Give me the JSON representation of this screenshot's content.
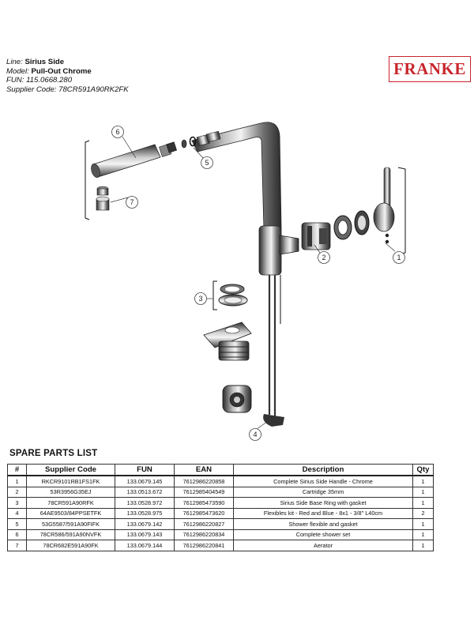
{
  "header": {
    "line_label": "Line:",
    "line_value": "Sirius Side",
    "model_label": "Model:",
    "model_value": "Pull-Out Chrome",
    "fun_label": "FUN:",
    "fun_value": "115.0668.280",
    "supplier_label": "Supplier Code:",
    "supplier_value": "78CR591A90RK2FK"
  },
  "logo": {
    "text": "FRANKE",
    "color": "#c8252c"
  },
  "diagram": {
    "callouts": [
      "1",
      "2",
      "3",
      "4",
      "5",
      "6",
      "7"
    ]
  },
  "parts_list": {
    "title": "SPARE PARTS LIST",
    "headers": [
      "#",
      "Supplier Code",
      "FUN",
      "EAN",
      "Description",
      "Qty"
    ],
    "rows": [
      [
        "1",
        "RKCR9101RB1FS1FK",
        "133.0679.145",
        "7612986220858",
        "Complete Sirius Side Handle - Chrome",
        "1"
      ],
      [
        "2",
        "53R3956G35EJ",
        "133.0513.672",
        "7612985404549",
        "Cartridge 35mm",
        "1"
      ],
      [
        "3",
        "78CR591A90RFK",
        "133.0528.972",
        "7612985473590",
        "Sirius Side Base Ring with gasket",
        "1"
      ],
      [
        "4",
        "64AE9503/84PPSETFK",
        "133.0528.975",
        "7612985473620",
        "Flexibles kit - Red and Blue - 8x1 - 3/8\" L40cm",
        "2"
      ],
      [
        "5",
        "53G5587/591A90FIFK",
        "133.0679.142",
        "7612986220827",
        "Shower flexible and gasket",
        "1"
      ],
      [
        "6",
        "78CR586/591A90NVFK",
        "133.0679.143",
        "7612986220834",
        "Complete shower set",
        "1"
      ],
      [
        "7",
        "78CR682E591A90FK",
        "133.0679.144",
        "7612986220841",
        "Aerator",
        "1"
      ]
    ]
  }
}
